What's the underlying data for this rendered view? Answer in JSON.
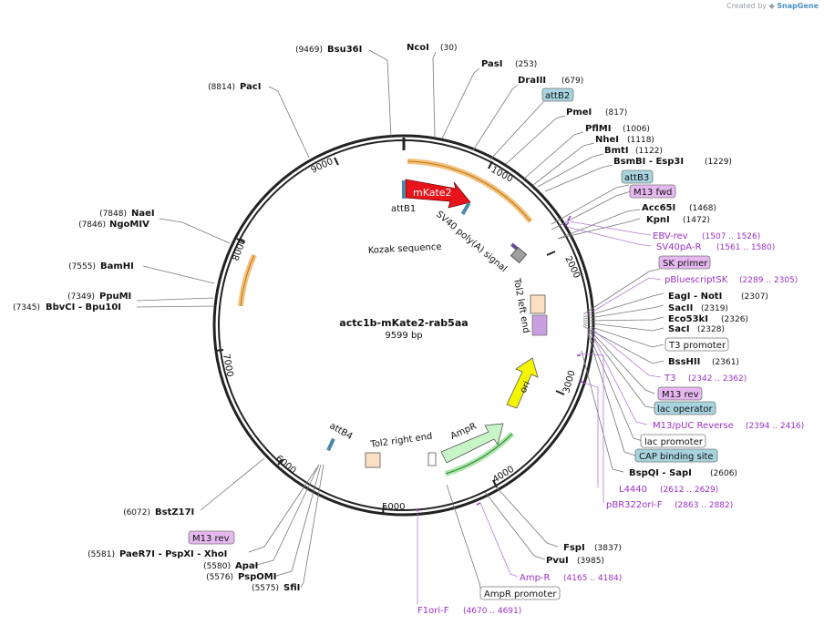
{
  "header": {
    "credit_prefix": "Created by",
    "brand": "SnapGene"
  },
  "plasmid": {
    "name": "actc1b-mKate2-rab5aa",
    "length_label": "9599 bp"
  },
  "ticks": [
    "1000",
    "2000",
    "3000",
    "4000",
    "5000",
    "6000",
    "7000",
    "8000",
    "9000"
  ],
  "left_sites": [
    {
      "num": "(9469)",
      "name": "Bsu36I"
    },
    {
      "num": "(8814)",
      "name": "PacI"
    },
    {
      "num": "(7848)",
      "name": "NaeI"
    },
    {
      "num": "(7846)",
      "name": "NgoMIV"
    },
    {
      "num": "(7555)",
      "name": "BamHI"
    },
    {
      "num": "(7349)",
      "name": "PpuMI"
    },
    {
      "num": "(7345)",
      "name": "BbvCI - Bpu10I"
    },
    {
      "num": "(6072)",
      "name": "BstZ17I"
    },
    {
      "num": "(5581)",
      "name": "PaeR7I - PspXI - XhoI"
    },
    {
      "num": "(5580)",
      "name": "ApaI"
    },
    {
      "num": "(5576)",
      "name": "PspOMI"
    },
    {
      "num": "(5575)",
      "name": "SfiI"
    }
  ],
  "right_sites": [
    {
      "name": "NcoI",
      "num": "(30)"
    },
    {
      "name": "PasI",
      "num": "(253)"
    },
    {
      "name": "DraIII",
      "num": "(679)"
    },
    {
      "name": "PmeI",
      "num": "(817)"
    },
    {
      "name": "PflMI",
      "num": "(1006)"
    },
    {
      "name": "NheI",
      "num": "(1118)"
    },
    {
      "name": "BmtI",
      "num": "(1122)"
    },
    {
      "name": "BsmBI - Esp3I",
      "num": "(1229)"
    },
    {
      "name": "Acc65I",
      "num": "(1468)"
    },
    {
      "name": "KpnI",
      "num": "(1472)"
    },
    {
      "name": "EagI - NotI",
      "num": "(2307)"
    },
    {
      "name": "SacII",
      "num": "(2319)"
    },
    {
      "name": "Eco53kI",
      "num": "(2326)"
    },
    {
      "name": "SacI",
      "num": "(2328)"
    },
    {
      "name": "BssHII",
      "num": "(2361)"
    },
    {
      "name": "BspQI - SapI",
      "num": "(2606)"
    },
    {
      "name": "FspI",
      "num": "(3837)"
    },
    {
      "name": "PvuI",
      "num": "(3985)"
    }
  ],
  "primers": [
    {
      "name": "EBV-rev",
      "num": "(1507 .. 1526)"
    },
    {
      "name": "SV40pA-R",
      "num": "(1561 .. 1580)"
    },
    {
      "name": "pBluescriptSK",
      "num": "(2289 .. 2305)"
    },
    {
      "name": "T3",
      "num": "(2342 .. 2362)"
    },
    {
      "name": "M13/pUC Reverse",
      "num": "(2394 .. 2416)"
    },
    {
      "name": "L4440",
      "num": "(2612 .. 2629)"
    },
    {
      "name": "pBR322ori-F",
      "num": "(2863 .. 2882)"
    },
    {
      "name": "Amp-R",
      "num": "(4165 .. 4184)"
    },
    {
      "name": "F1ori-F",
      "num": "(4670 .. 4691)"
    }
  ],
  "boxed": {
    "attB2": "attB2",
    "attB3": "attB3",
    "m13fwd": "M13 fwd",
    "sk_primer": "SK primer",
    "t3_promoter": "T3 promoter",
    "m13rev_right": "M13 rev",
    "lac_operator": "lac operator",
    "lac_promoter": "lac promoter",
    "cap_site": "CAP binding site",
    "ampr_promoter": "AmpR promoter",
    "m13rev_left": "M13 rev"
  },
  "features": {
    "mkate2": "mKate2",
    "attb1": "attB1",
    "kozak": "Kozak sequence",
    "sv40": "SV40 poly(A) signal",
    "tol2_left": "Tol2 left end",
    "ori": "ori",
    "ampr": "AmpR",
    "tol2_right": "Tol2 right end",
    "attb4": "attB4"
  },
  "colors": {
    "backbone": "#222222",
    "mkate2": "#e8141c",
    "ori": "#f5f500",
    "ampr": "#c8f5c8",
    "primer": "#9b30c8",
    "misc_box": "#a8d4e0",
    "primer_box": "#e6b8f0",
    "cds_arc": "#f5c07a"
  }
}
